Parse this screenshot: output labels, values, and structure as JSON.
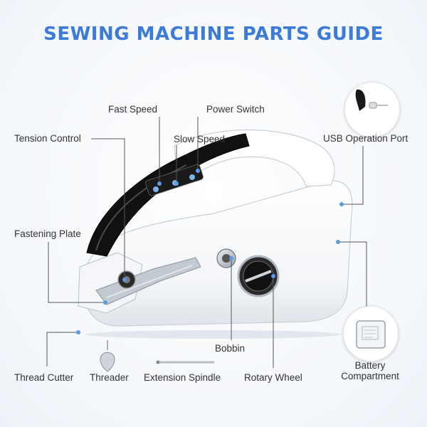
{
  "title": "SEWING MACHINE PARTS GUIDE",
  "colors": {
    "title": "#3d7bd8",
    "leader_line": "#555555",
    "dot": "#5b9be6",
    "machine_body": "#ffffff",
    "machine_top": "#111111"
  },
  "labels": {
    "fast_speed": "Fast Speed",
    "power_switch": "Power Switch",
    "tension_control": "Tension Control",
    "slow_speed": "Slow Speed",
    "usb_port": "USB Operation Port",
    "fastening_plate": "Fastening Plate",
    "bobbin": "Bobbin",
    "thread_cutter": "Thread Cutter",
    "threader": "Threader",
    "extension_spindle": "Extension Spindle",
    "rotary_wheel": "Rotary Wheel",
    "battery_compartment_line1": "Battery",
    "battery_compartment_line2": "Compartment"
  }
}
